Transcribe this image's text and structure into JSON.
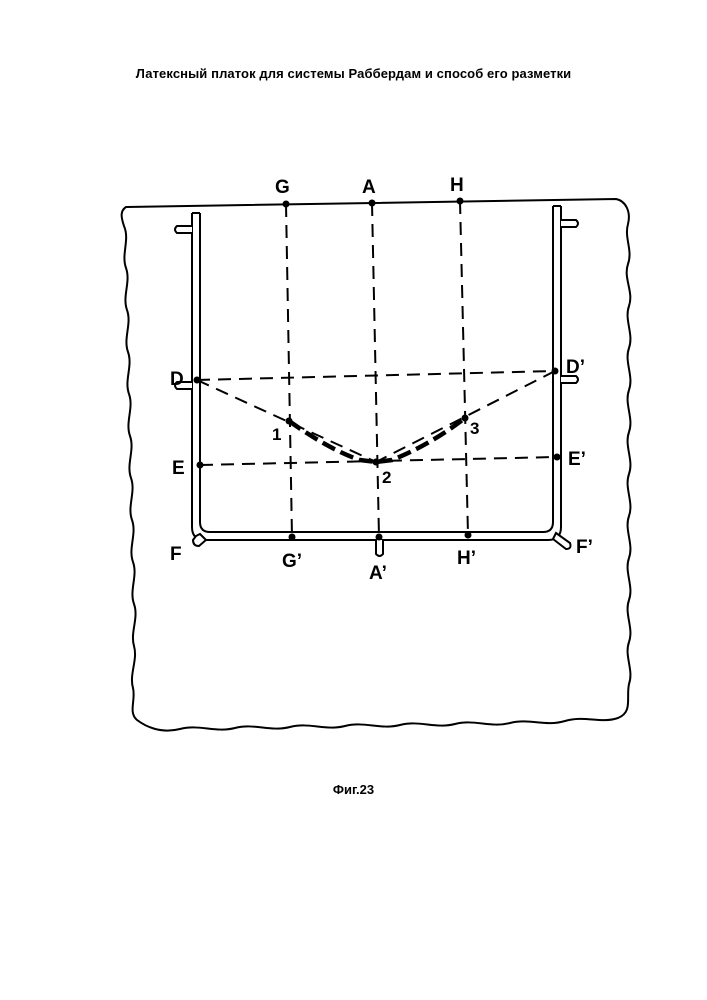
{
  "document": {
    "title": "Латексный платок для системы Раббердам и способ его разметки",
    "caption": "Фиг.23"
  },
  "diagram": {
    "points": {
      "G": "G",
      "A": "A",
      "H": "H",
      "D": "D",
      "D_prime": "D’",
      "E": "E",
      "E_prime": "E’",
      "F": "F",
      "F_prime": "F’",
      "G_prime": "G’",
      "A_prime": "A’",
      "H_prime": "H’",
      "p1": "1",
      "p2": "2",
      "p3": "3"
    },
    "colors": {
      "ink": "#000000",
      "paper": "#ffffff"
    }
  }
}
